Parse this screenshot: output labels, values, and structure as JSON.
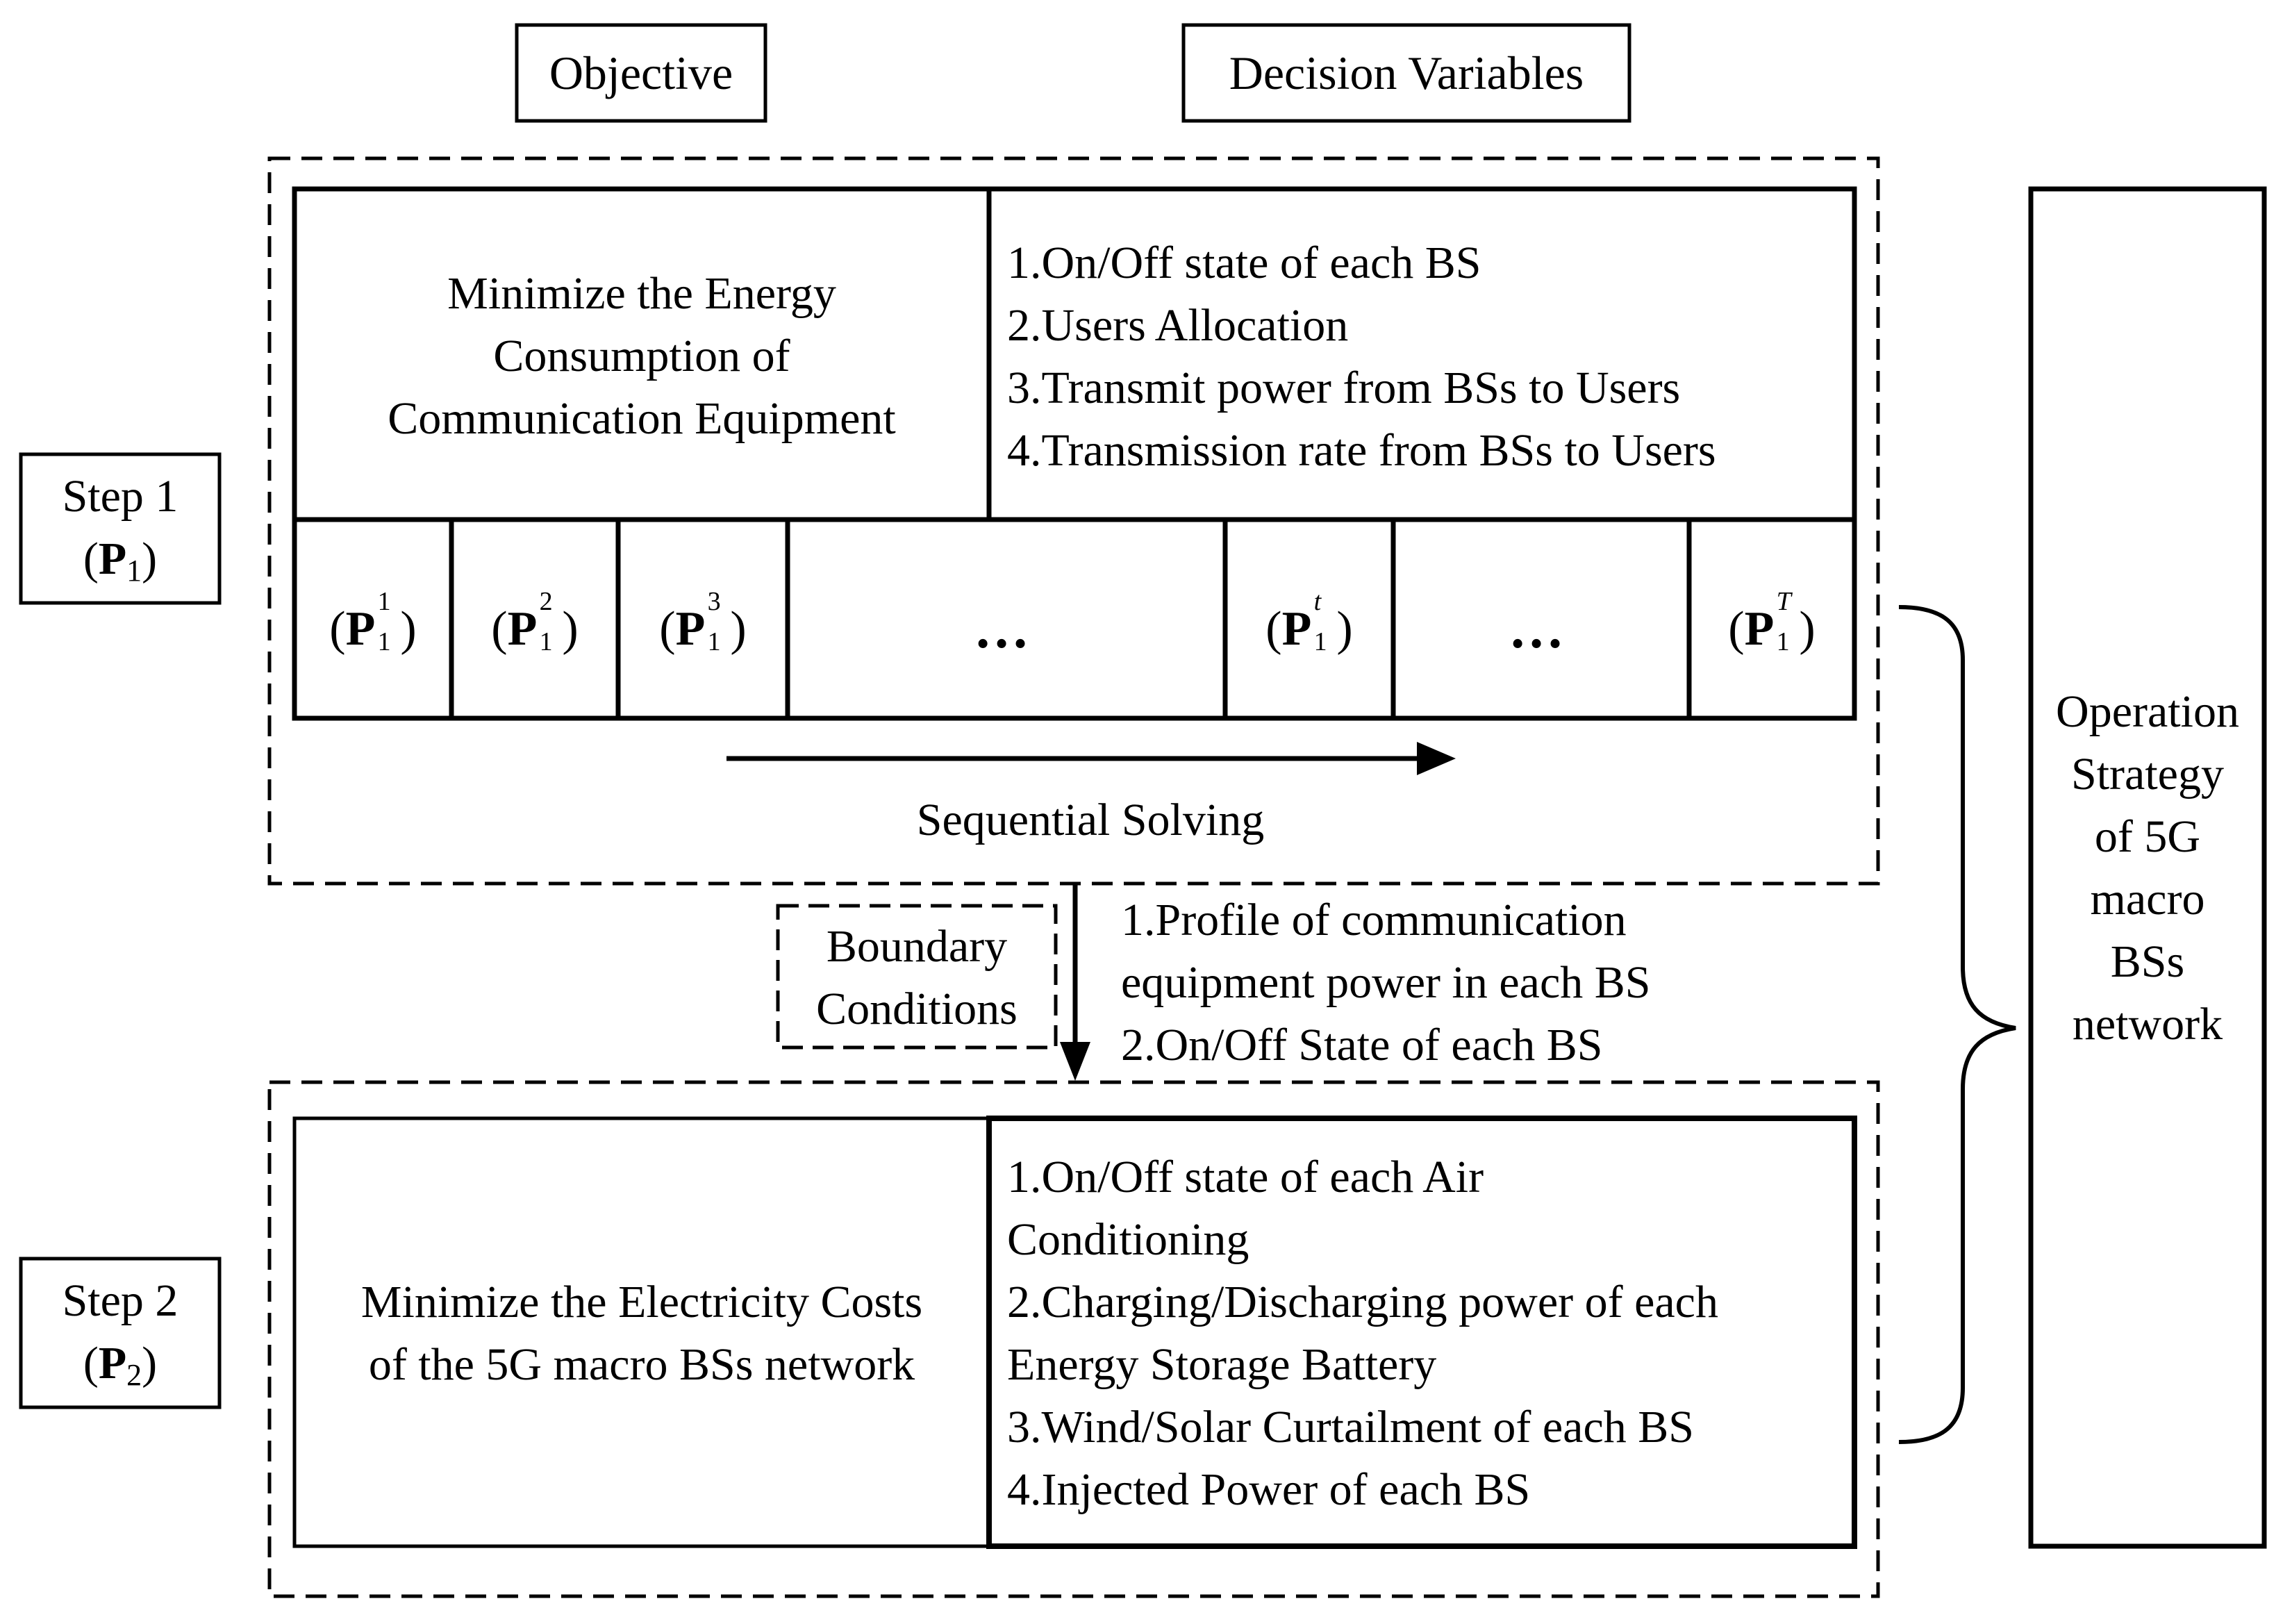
{
  "header": {
    "objective": "Objective",
    "decision_variables": "Decision Variables"
  },
  "step1": {
    "label_line1": "Step 1",
    "label_p": "P",
    "label_sub": "1",
    "objective_lines": [
      "Minimize the Energy",
      "Consumption of",
      "Communication Equipment"
    ],
    "decision_lines": [
      "1.On/Off state of each BS",
      "2.Users Allocation",
      "3.Transmit power from BSs to Users",
      "4.Transmission rate from BSs to Users"
    ],
    "subproblems": [
      {
        "p": "P",
        "sub": "1",
        "sup": "1"
      },
      {
        "p": "P",
        "sub": "1",
        "sup": "2"
      },
      {
        "p": "P",
        "sub": "1",
        "sup": "3"
      },
      {
        "dots": "…"
      },
      {
        "p": "P",
        "sub": "1",
        "sup": "t"
      },
      {
        "dots": "…"
      },
      {
        "p": "P",
        "sub": "1",
        "sup": "T"
      }
    ],
    "sequential": "Sequential Solving"
  },
  "boundary": {
    "label_lines": [
      "Boundary",
      "Conditions"
    ],
    "items": [
      "1.Profile of communication",
      "equipment power in each BS",
      "2.On/Off State of each BS"
    ]
  },
  "step2": {
    "label_line1": "Step 2",
    "label_p": "P",
    "label_sub": "2",
    "objective_lines": [
      "Minimize the Electricity Costs",
      "of the 5G macro BSs network"
    ],
    "decision_lines": [
      "1.On/Off state of each Air",
      "Conditioning",
      "2.Charging/Discharging power of each",
      "Energy Storage Battery",
      "3.Wind/Solar Curtailment of each BS",
      "4.Injected Power of each BS"
    ]
  },
  "output": {
    "lines": [
      "Operation",
      "Strategy",
      "of 5G",
      "macro",
      "BSs",
      "network"
    ]
  },
  "colors": {
    "stroke": "#000000",
    "background": "#ffffff"
  }
}
